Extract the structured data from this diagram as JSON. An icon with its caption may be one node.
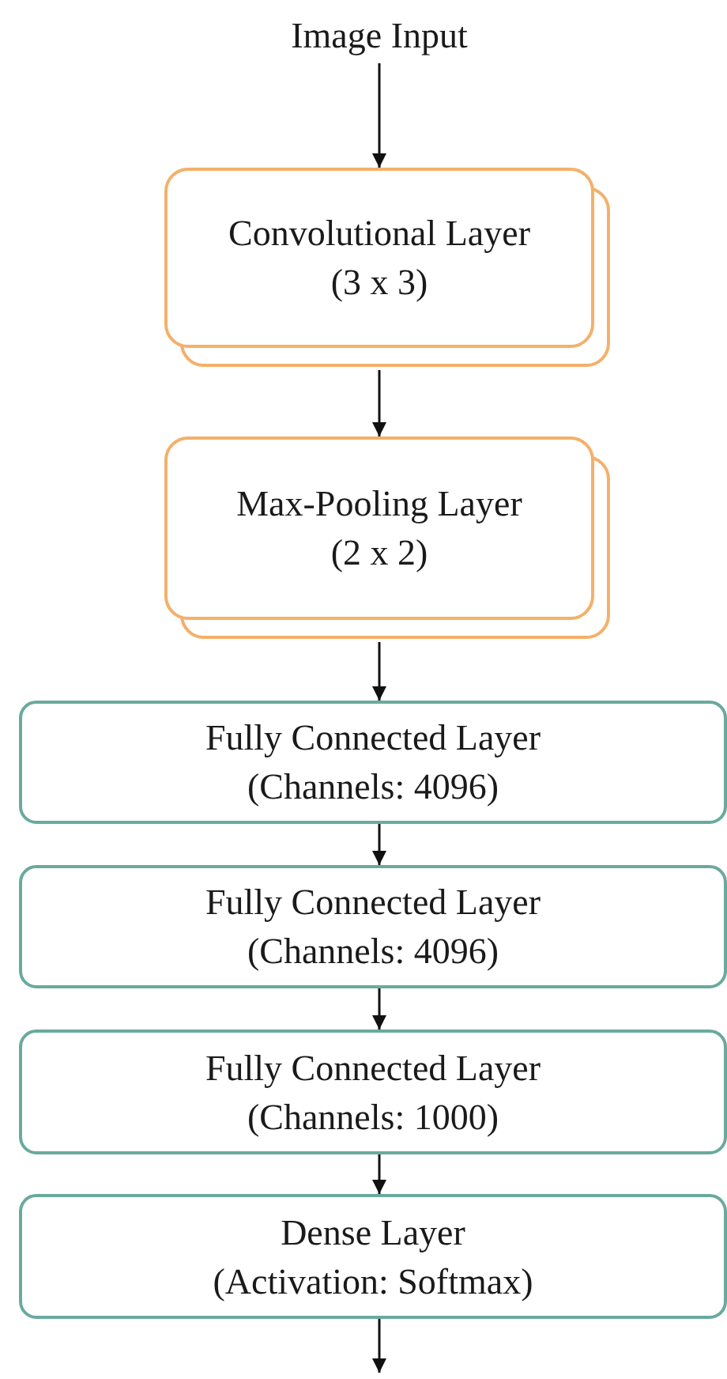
{
  "diagram": {
    "nodes": [
      {
        "text": [
          "Image Input"
        ]
      },
      {
        "text": [
          "Convolutional Layer",
          "(3 x 3)"
        ]
      },
      {
        "text": [
          "Max-Pooling Layer",
          "(2 x 2)"
        ]
      },
      {
        "text": [
          "Fully Connected Layer",
          "(Channels: 4096)"
        ]
      },
      {
        "text": [
          "Fully Connected Layer",
          "(Channels: 4096)"
        ]
      },
      {
        "text": [
          "Fully Connected Layer",
          "(Channels: 1000)"
        ]
      },
      {
        "text": [
          "Dense Layer",
          "(Activation: Softmax)"
        ]
      }
    ],
    "edges": [
      {
        "from": 0,
        "to": 1,
        "arrow": "to"
      },
      {
        "from": 1,
        "to": 2,
        "arrow": "to"
      },
      {
        "from": 2,
        "to": 3,
        "arrow": "to"
      },
      {
        "from": 3,
        "to": 4,
        "arrow": "to"
      },
      {
        "from": 4,
        "to": 5,
        "arrow": "to"
      },
      {
        "from": 5,
        "to": 6,
        "arrow": "to"
      },
      {
        "from": 6,
        "to": null,
        "arrow": "to"
      }
    ]
  }
}
